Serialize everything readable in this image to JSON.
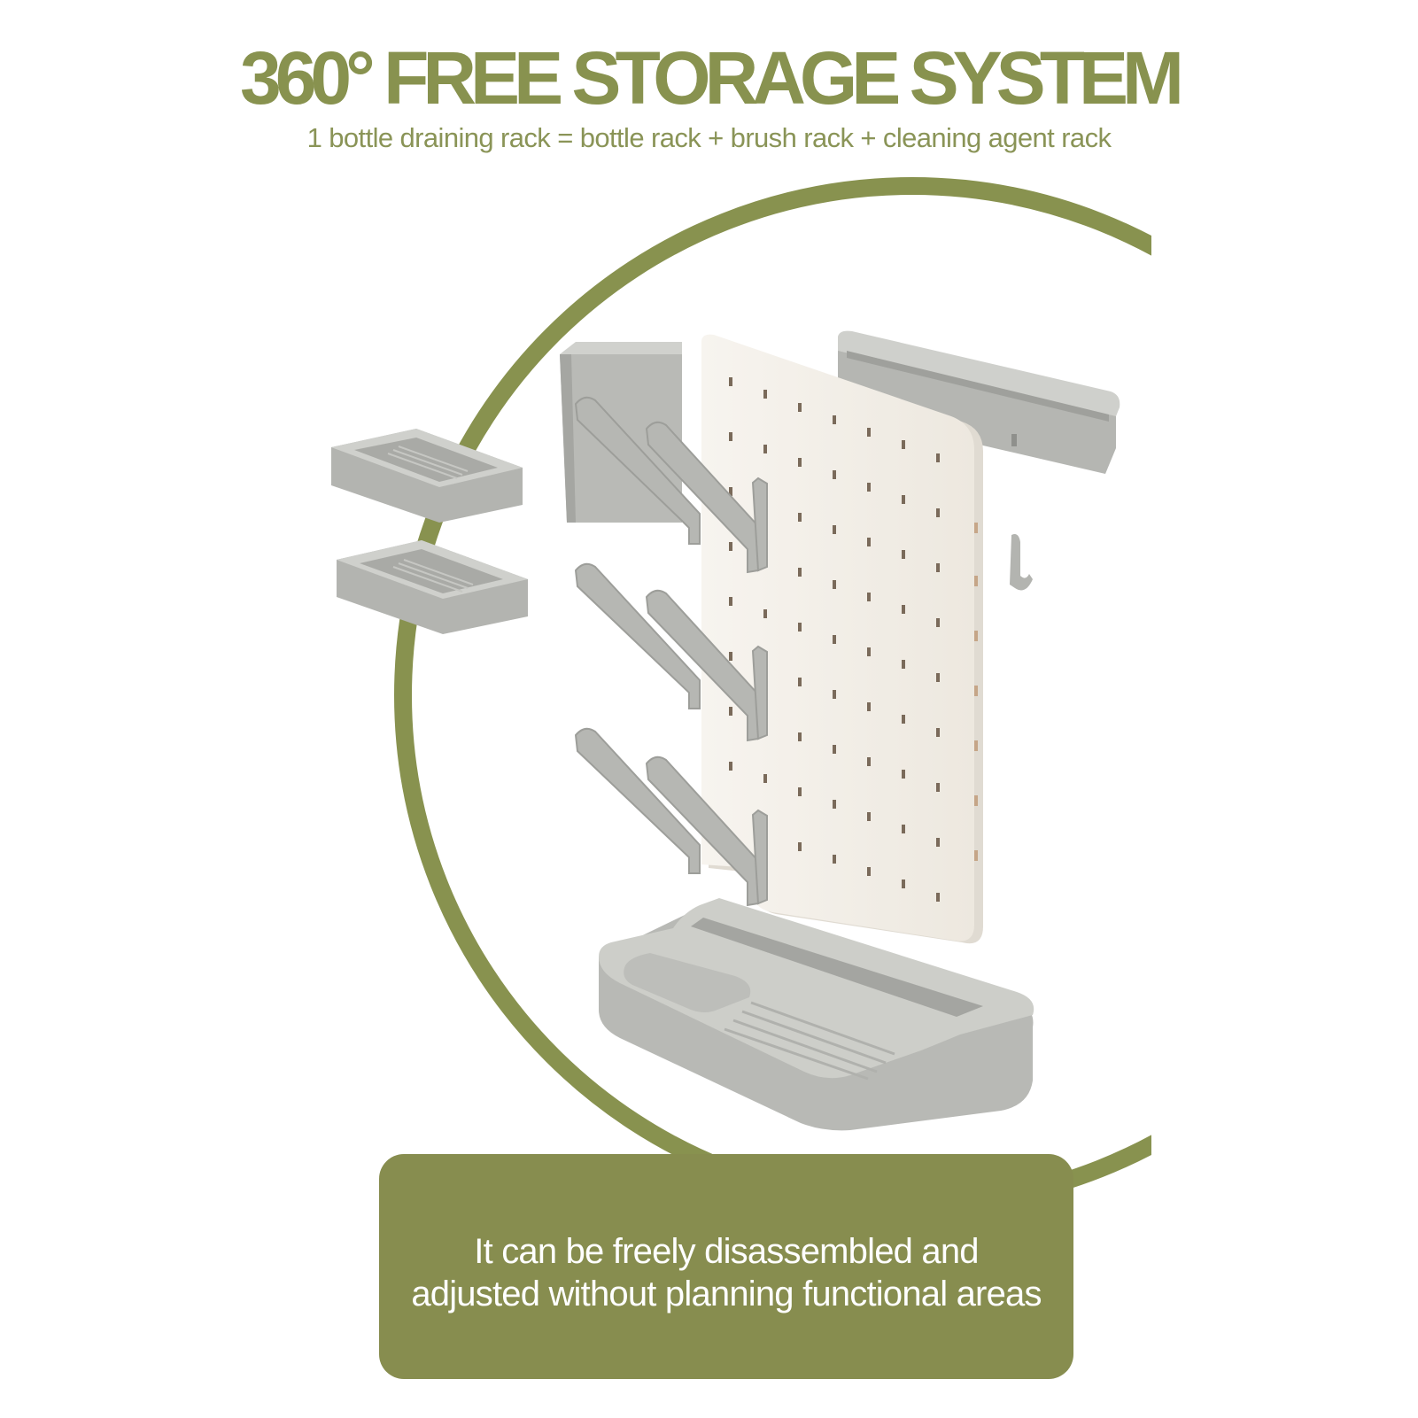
{
  "header": {
    "title": "360° FREE STORAGE SYSTEM",
    "subtitle": "1 bottle draining rack = bottle rack + brush rack + cleaning agent rack"
  },
  "caption": {
    "line1": "It can be freely disassembled and",
    "line2": "adjusted without planning functional areas"
  },
  "colors": {
    "brand_green": "#878d4f",
    "accent_green": "#88924f",
    "part_gray": "#b4b5b1",
    "board_white": "#f3efe9"
  },
  "illustration": {
    "parts": [
      "pegboard",
      "top-right-shelf",
      "brush-cup",
      "small-tray-upper",
      "small-tray-lower",
      "drying-pegs",
      "wall-hook",
      "drip-tray-base"
    ]
  }
}
